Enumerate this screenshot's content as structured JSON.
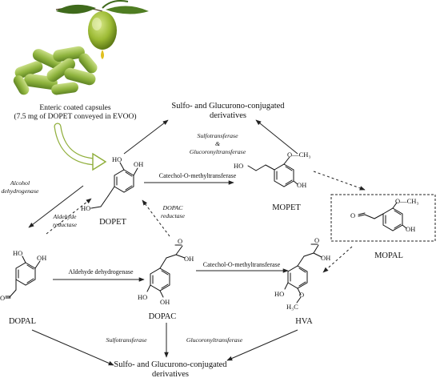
{
  "capsule_caption": [
    "Enteric coated capsules",
    "(7.5 mg of DOPET conveyed in EVOO)"
  ],
  "conjugates_top": [
    "Sulfo- and Glucurono-conjugated",
    "derivatives"
  ],
  "conjugates_bottom": [
    "Sulfo- and Glucurono-conjugated",
    "derivatives"
  ],
  "compounds": {
    "dopet": "DOPET",
    "mopet": "MOPET",
    "mopal": "MOPAL",
    "dopal": "DOPAL",
    "dopac": "DOPAC",
    "hva": "HVA"
  },
  "enzymes": {
    "sulfo_gluc_top": [
      "Sulfotransferase",
      "&",
      "Glucoronyltransferase"
    ],
    "comt_top": "Catechol-O-methyltransferase",
    "alcohol_dh": [
      "Alcohol",
      "dehydrogenase"
    ],
    "aldehyde_red": [
      "Aldehyde",
      "reductase"
    ],
    "dopac_red": [
      "DOPAC",
      "reductase"
    ],
    "aldehyde_dh": "Aldehyde dehydrogenase",
    "comt_bottom": "Catechol-O-methyltransferase",
    "sulfo_bottom": "Sulfotransferase",
    "gluc_bottom": "Glucoronyltransferase"
  },
  "atoms": {
    "ho": "HO",
    "oh": "OH",
    "o": "O",
    "o_ch3": "O—CH₃",
    "h3c_o": "H₃C"
  },
  "colors": {
    "olive": "#8fae2a",
    "olive_dark": "#5e7a16",
    "capsule": "#9bbf4a",
    "capsule_dark": "#6c8f2a",
    "leaf": "#3f6a1c"
  }
}
